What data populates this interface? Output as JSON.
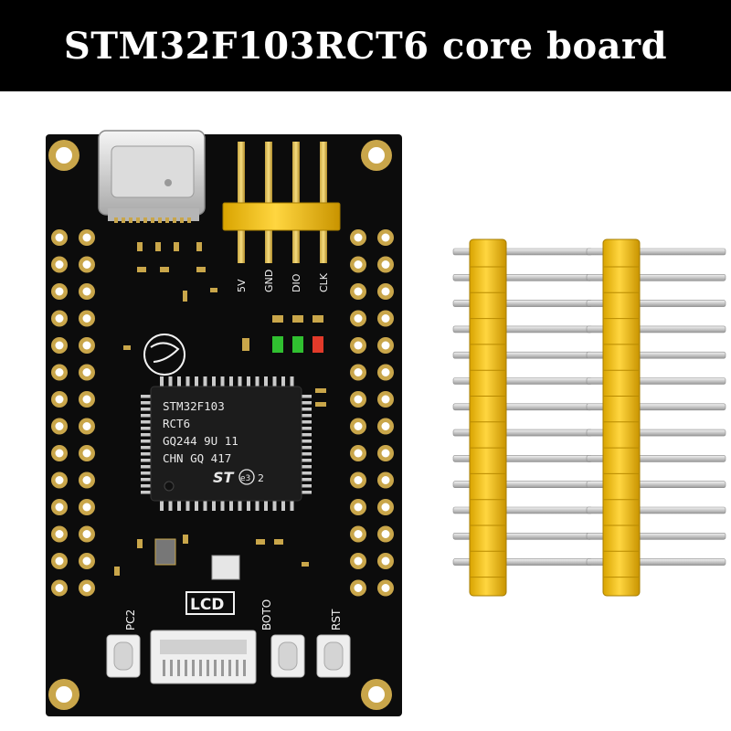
{
  "title": "STM32F103RCT6 core board",
  "board": {
    "header_labels": [
      "5V",
      "GND",
      "DIO",
      "CLK"
    ],
    "button_labels": [
      "PC2",
      "BOTO",
      "RST"
    ],
    "chip_lines": [
      "STM32F103",
      "RCT6",
      "GQ244 9U 11",
      "CHN  GQ 417"
    ],
    "chip_logo": "ST",
    "chip_mark": "e3",
    "chip_mark_suffix": "2",
    "logo_text": "LCD"
  },
  "colors": {
    "board": "#0c0c0c",
    "pad_gold": "#c9a64a",
    "header_yellow": "#f2c31a",
    "pin_silver": "#d4d4d4",
    "led_green": "#30c030",
    "led_red": "#e23a2a"
  },
  "pin_strips": {
    "count": 2,
    "pins_each": 13
  }
}
